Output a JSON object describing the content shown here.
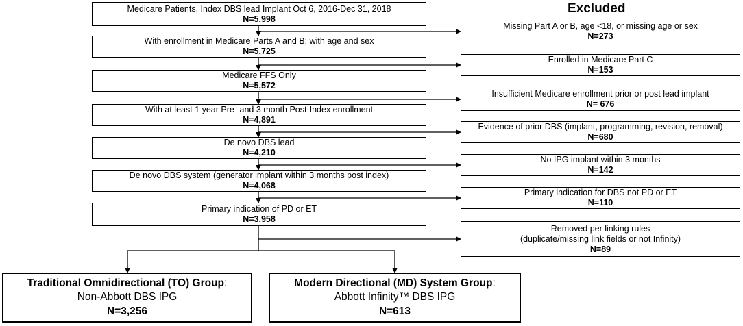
{
  "excluded_heading": "Excluded",
  "steps": [
    {
      "label": "Medicare Patients, Index DBS lead Implant Oct 6, 2016-Dec 31, 2018",
      "n": "N=5,998"
    },
    {
      "label": "With enrollment in Medicare Parts A and B; with age and sex",
      "n": "N=5,725"
    },
    {
      "label": "Medicare FFS Only",
      "n": "N=5,572"
    },
    {
      "label": "With at least 1 year Pre- and 3 month Post-Index enrollment",
      "n": "N=4,891"
    },
    {
      "label": "De novo DBS lead",
      "n": "N=4,210"
    },
    {
      "label": "De novo DBS system (generator implant within 3 months post index)",
      "n": "N=4,068"
    },
    {
      "label": "Primary indication of PD or ET",
      "n": "N=3,958"
    }
  ],
  "exclusions": [
    {
      "line1": "Missing Part A or B, age <18, or missing age or sex",
      "n": "N=273"
    },
    {
      "line1": "Enrolled in Medicare Part C",
      "n": "N=153"
    },
    {
      "line1": "Insufficient Medicare enrollment prior or post lead implant",
      "n": "N= 676"
    },
    {
      "line1": "Evidence of prior DBS (implant, programming, revision, removal)",
      "n": "N=680"
    },
    {
      "line1": "No IPG implant within 3 months",
      "n": "N=142"
    },
    {
      "line1": "Primary indication for DBS not PD or ET",
      "n": "N=110"
    },
    {
      "line1": "Removed per linking rules",
      "line2": "(duplicate/missing link fields or not Infinity)",
      "n": "N=89"
    }
  ],
  "groups": [
    {
      "title": "Traditional Omnidirectional (TO) Group",
      "subtitle": "Non-Abbott DBS IPG",
      "n": "N=3,256"
    },
    {
      "title": "Modern Directional (MD) System Group",
      "subtitle": "Abbott Infinity™ DBS IPG",
      "n": "N=613"
    }
  ]
}
